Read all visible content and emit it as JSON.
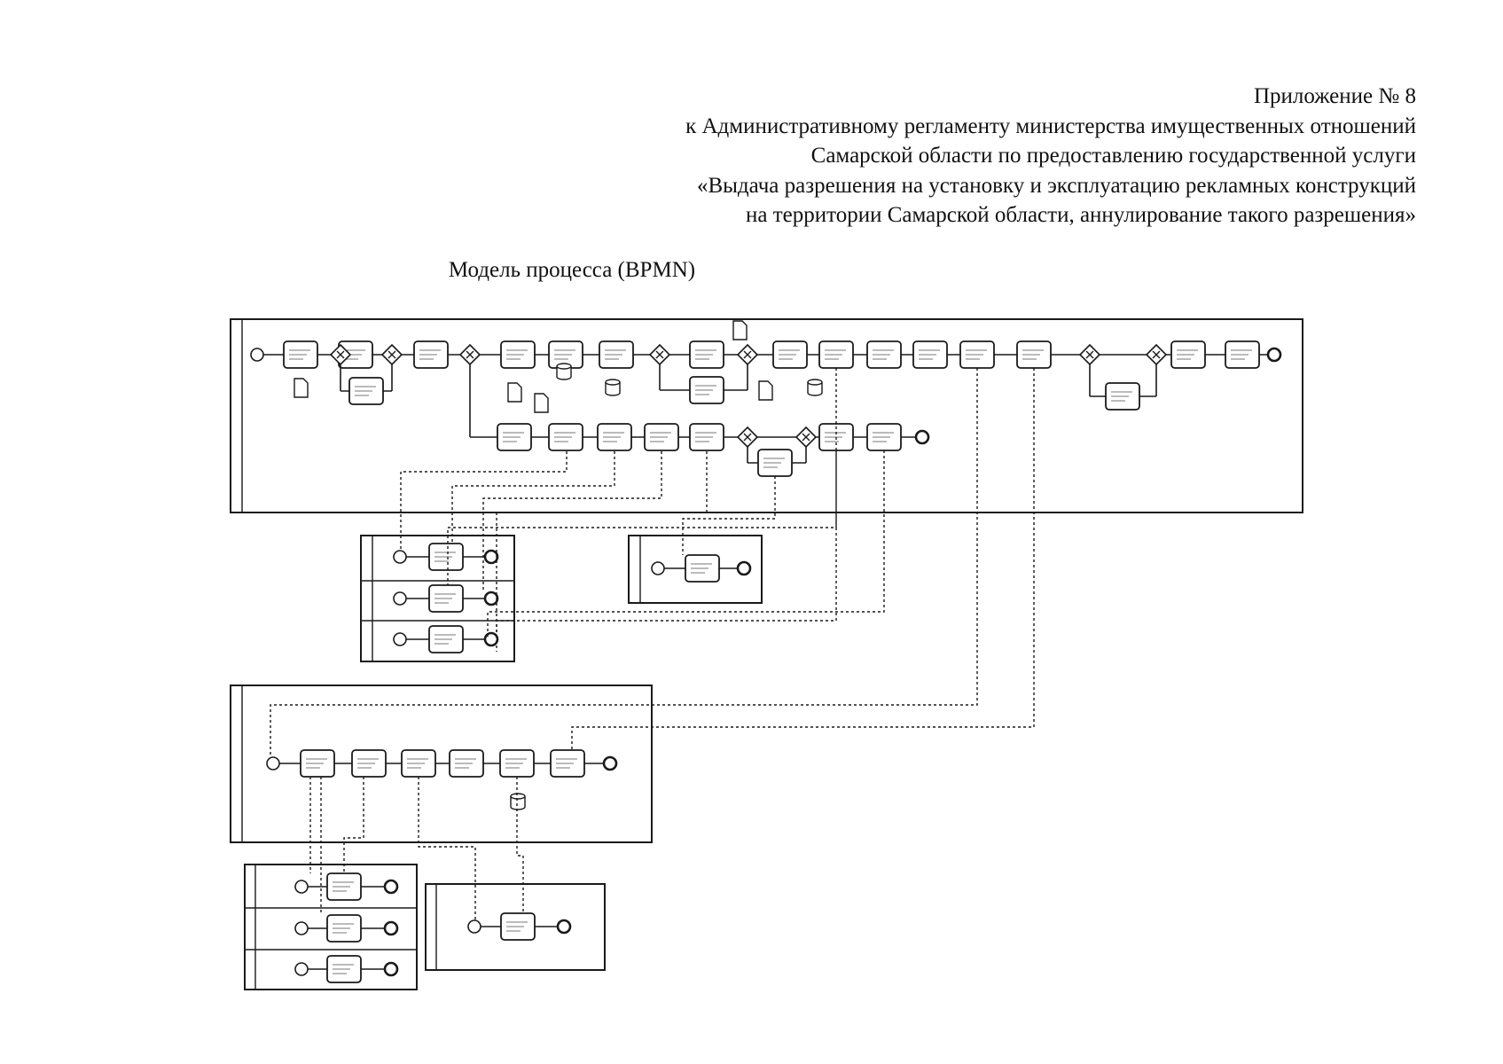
{
  "header": {
    "lines": [
      "Приложение № 8",
      "к Административному регламенту министерства имущественных отношений",
      "Самарской области по предоставлению государственной услуги",
      "«Выдача разрешения на установку и эксплуатацию рекламных конструкций",
      "на территории Самарской области, аннулирование такого разрешения»"
    ]
  },
  "diagram": {
    "title": "Модель процесса (BPMN)",
    "colors": {
      "ink": "#1a1a1a",
      "paper": "#ffffff"
    }
  }
}
